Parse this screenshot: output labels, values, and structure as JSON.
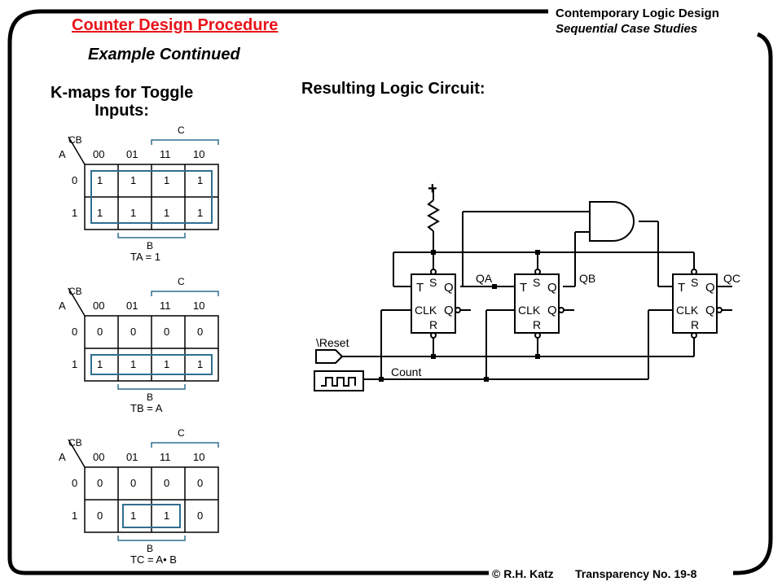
{
  "header": {
    "title": "Counter Design Procedure",
    "subtitle": "Example Continued",
    "course_title": "Contemporary Logic Design",
    "course_subtitle": "Sequential Case Studies"
  },
  "kmaps_section": {
    "heading_line1": "K-maps for Toggle",
    "heading_line2": "Inputs:",
    "maps": [
      {
        "corner_top": "CB",
        "corner_left": "A",
        "col_var": "C",
        "row_var_bottom": "B",
        "col_headers": [
          "00",
          "01",
          "11",
          "10"
        ],
        "row_headers": [
          "0",
          "1"
        ],
        "cells": [
          [
            "1",
            "1",
            "1",
            "1"
          ],
          [
            "1",
            "1",
            "1",
            "1"
          ]
        ],
        "equation": "TA = 1"
      },
      {
        "corner_top": "CB",
        "corner_left": "A",
        "col_var": "C",
        "row_var_bottom": "B",
        "col_headers": [
          "00",
          "01",
          "11",
          "10"
        ],
        "row_headers": [
          "0",
          "1"
        ],
        "cells": [
          [
            "0",
            "0",
            "0",
            "0"
          ],
          [
            "1",
            "1",
            "1",
            "1"
          ]
        ],
        "equation": "TB = A"
      },
      {
        "corner_top": "CB",
        "corner_left": "A",
        "col_var": "C",
        "row_var_bottom": "B",
        "col_headers": [
          "00",
          "01",
          "11",
          "10"
        ],
        "row_headers": [
          "0",
          "1"
        ],
        "cells": [
          [
            "0",
            "0",
            "0",
            "0"
          ],
          [
            "0",
            "1",
            "1",
            "0"
          ]
        ],
        "equation": "TC = A• B"
      }
    ]
  },
  "circuit": {
    "heading": "Resulting Logic Circuit:",
    "vcc_label": "+",
    "reset_label": "\\Reset",
    "count_label": "Count",
    "flipflop_labels": {
      "t": "T",
      "s": "S",
      "q": "Q",
      "clk": "CLK",
      "r": "R"
    },
    "outputs": [
      "QA",
      "QB",
      "QC"
    ]
  },
  "footer": {
    "copyright": "© R.H. Katz",
    "transparency": "Transparency No. 19-8"
  },
  "colors": {
    "title_red": "#e8141a",
    "group_blue": "#2f6f8f",
    "border_black": "#000000"
  }
}
